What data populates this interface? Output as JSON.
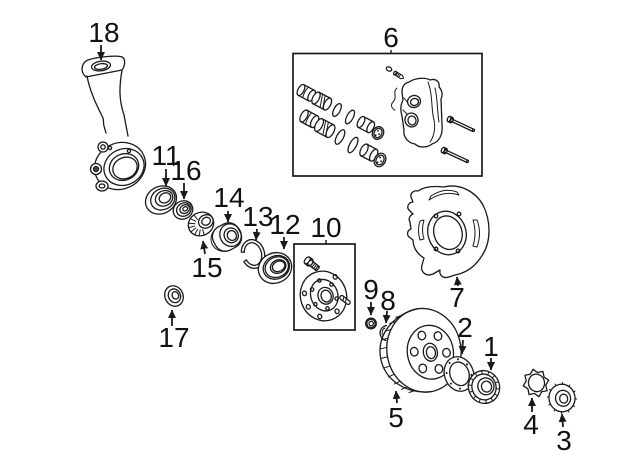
{
  "colors": {
    "background": "#ffffff",
    "line": "#1a1a1a"
  },
  "callouts": {
    "p1": "1",
    "p2": "2",
    "p3": "3",
    "p4": "4",
    "p5": "5",
    "p6": "6",
    "p7": "7",
    "p8": "8",
    "p9": "9",
    "p10": "10",
    "p11": "11",
    "p12": "12",
    "p13": "13",
    "p14": "14",
    "p15": "15",
    "p16": "16",
    "p17": "17",
    "p18": "18"
  }
}
